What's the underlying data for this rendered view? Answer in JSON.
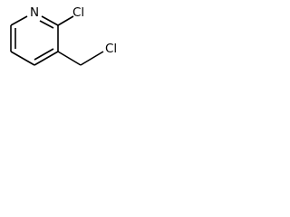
{
  "structure": {
    "atoms": {
      "ring_nitrogen": "N",
      "ring_chlorine": "Cl",
      "chloromethyl_chlorine": "Cl"
    }
  }
}
